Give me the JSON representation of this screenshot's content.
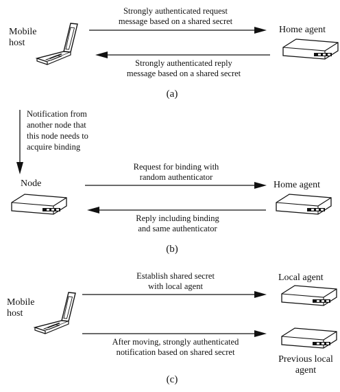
{
  "panel_a": {
    "left_node_line1": "Mobile",
    "left_node_line2": "host",
    "right_node": "Home agent",
    "request_line1": "Strongly authenticated request",
    "request_line2": "message based on a shared secret",
    "reply_line1": "Strongly authenticated reply",
    "reply_line2": "message based on a shared secret",
    "caption": "(a)"
  },
  "panel_b": {
    "notification_line1": "Notification from",
    "notification_line2": "another node that",
    "notification_line3": "this node needs to",
    "notification_line4": "acquire binding",
    "left_node": "Node",
    "right_node": "Home agent",
    "request_line1": "Request for binding with",
    "request_line2": "random authenticator",
    "reply_line1": "Reply including  binding",
    "reply_line2": "and same authenticator",
    "caption": "(b)"
  },
  "panel_c": {
    "left_node_line1": "Mobile",
    "left_node_line2": "host",
    "top_right_node": "Local agent",
    "bottom_right_line1": "Previous local",
    "bottom_right_line2": "agent",
    "establish_line1": "Establish shared secret",
    "establish_line2": "with local agent",
    "notify_line1": "After moving, strongly authenticated",
    "notify_line2": "notification based on  shared  secret",
    "caption": "(c)"
  },
  "icons": [
    "laptop-icon",
    "network-box-icon"
  ]
}
